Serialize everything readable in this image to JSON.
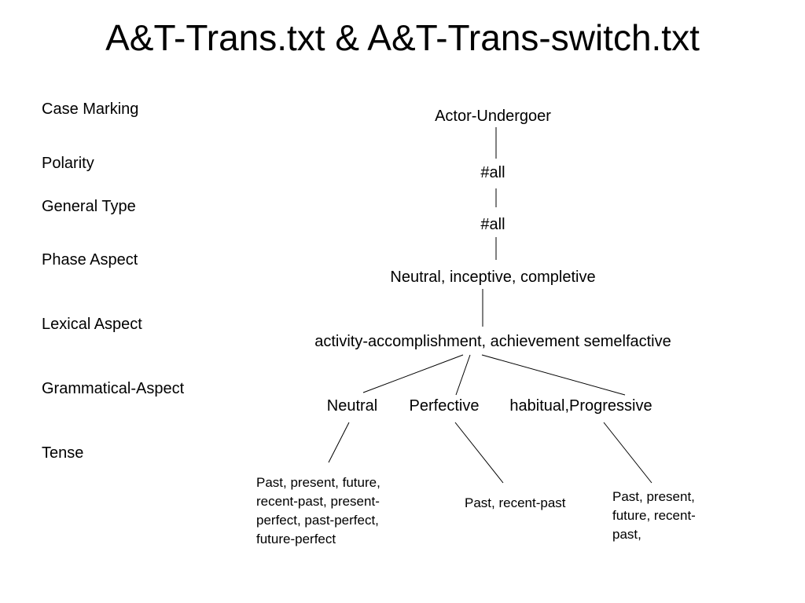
{
  "title": "A&T-Trans.txt & A&T-Trans-switch.txt",
  "row_labels": [
    "Case Marking",
    "Polarity",
    "General Type",
    "Phase Aspect",
    "Lexical Aspect",
    "Grammatical-Aspect",
    "Tense"
  ],
  "tree": {
    "case_marking": "Actor-Undergoer",
    "polarity": "#all",
    "general_type": "#all",
    "phase_aspect": "Neutral, inceptive, completive",
    "lexical_aspect": "activity-accomplishment, achievement semelfactive",
    "grammatical_aspect": [
      "Neutral",
      "Perfective",
      "habitual,Progressive"
    ],
    "tense": [
      [
        "Past, present, future,",
        "recent-past, present-",
        "perfect, past-perfect,",
        "future-perfect"
      ],
      [
        "Past, recent-past"
      ],
      [
        "Past, present,",
        "future, recent-",
        "past,"
      ]
    ]
  }
}
